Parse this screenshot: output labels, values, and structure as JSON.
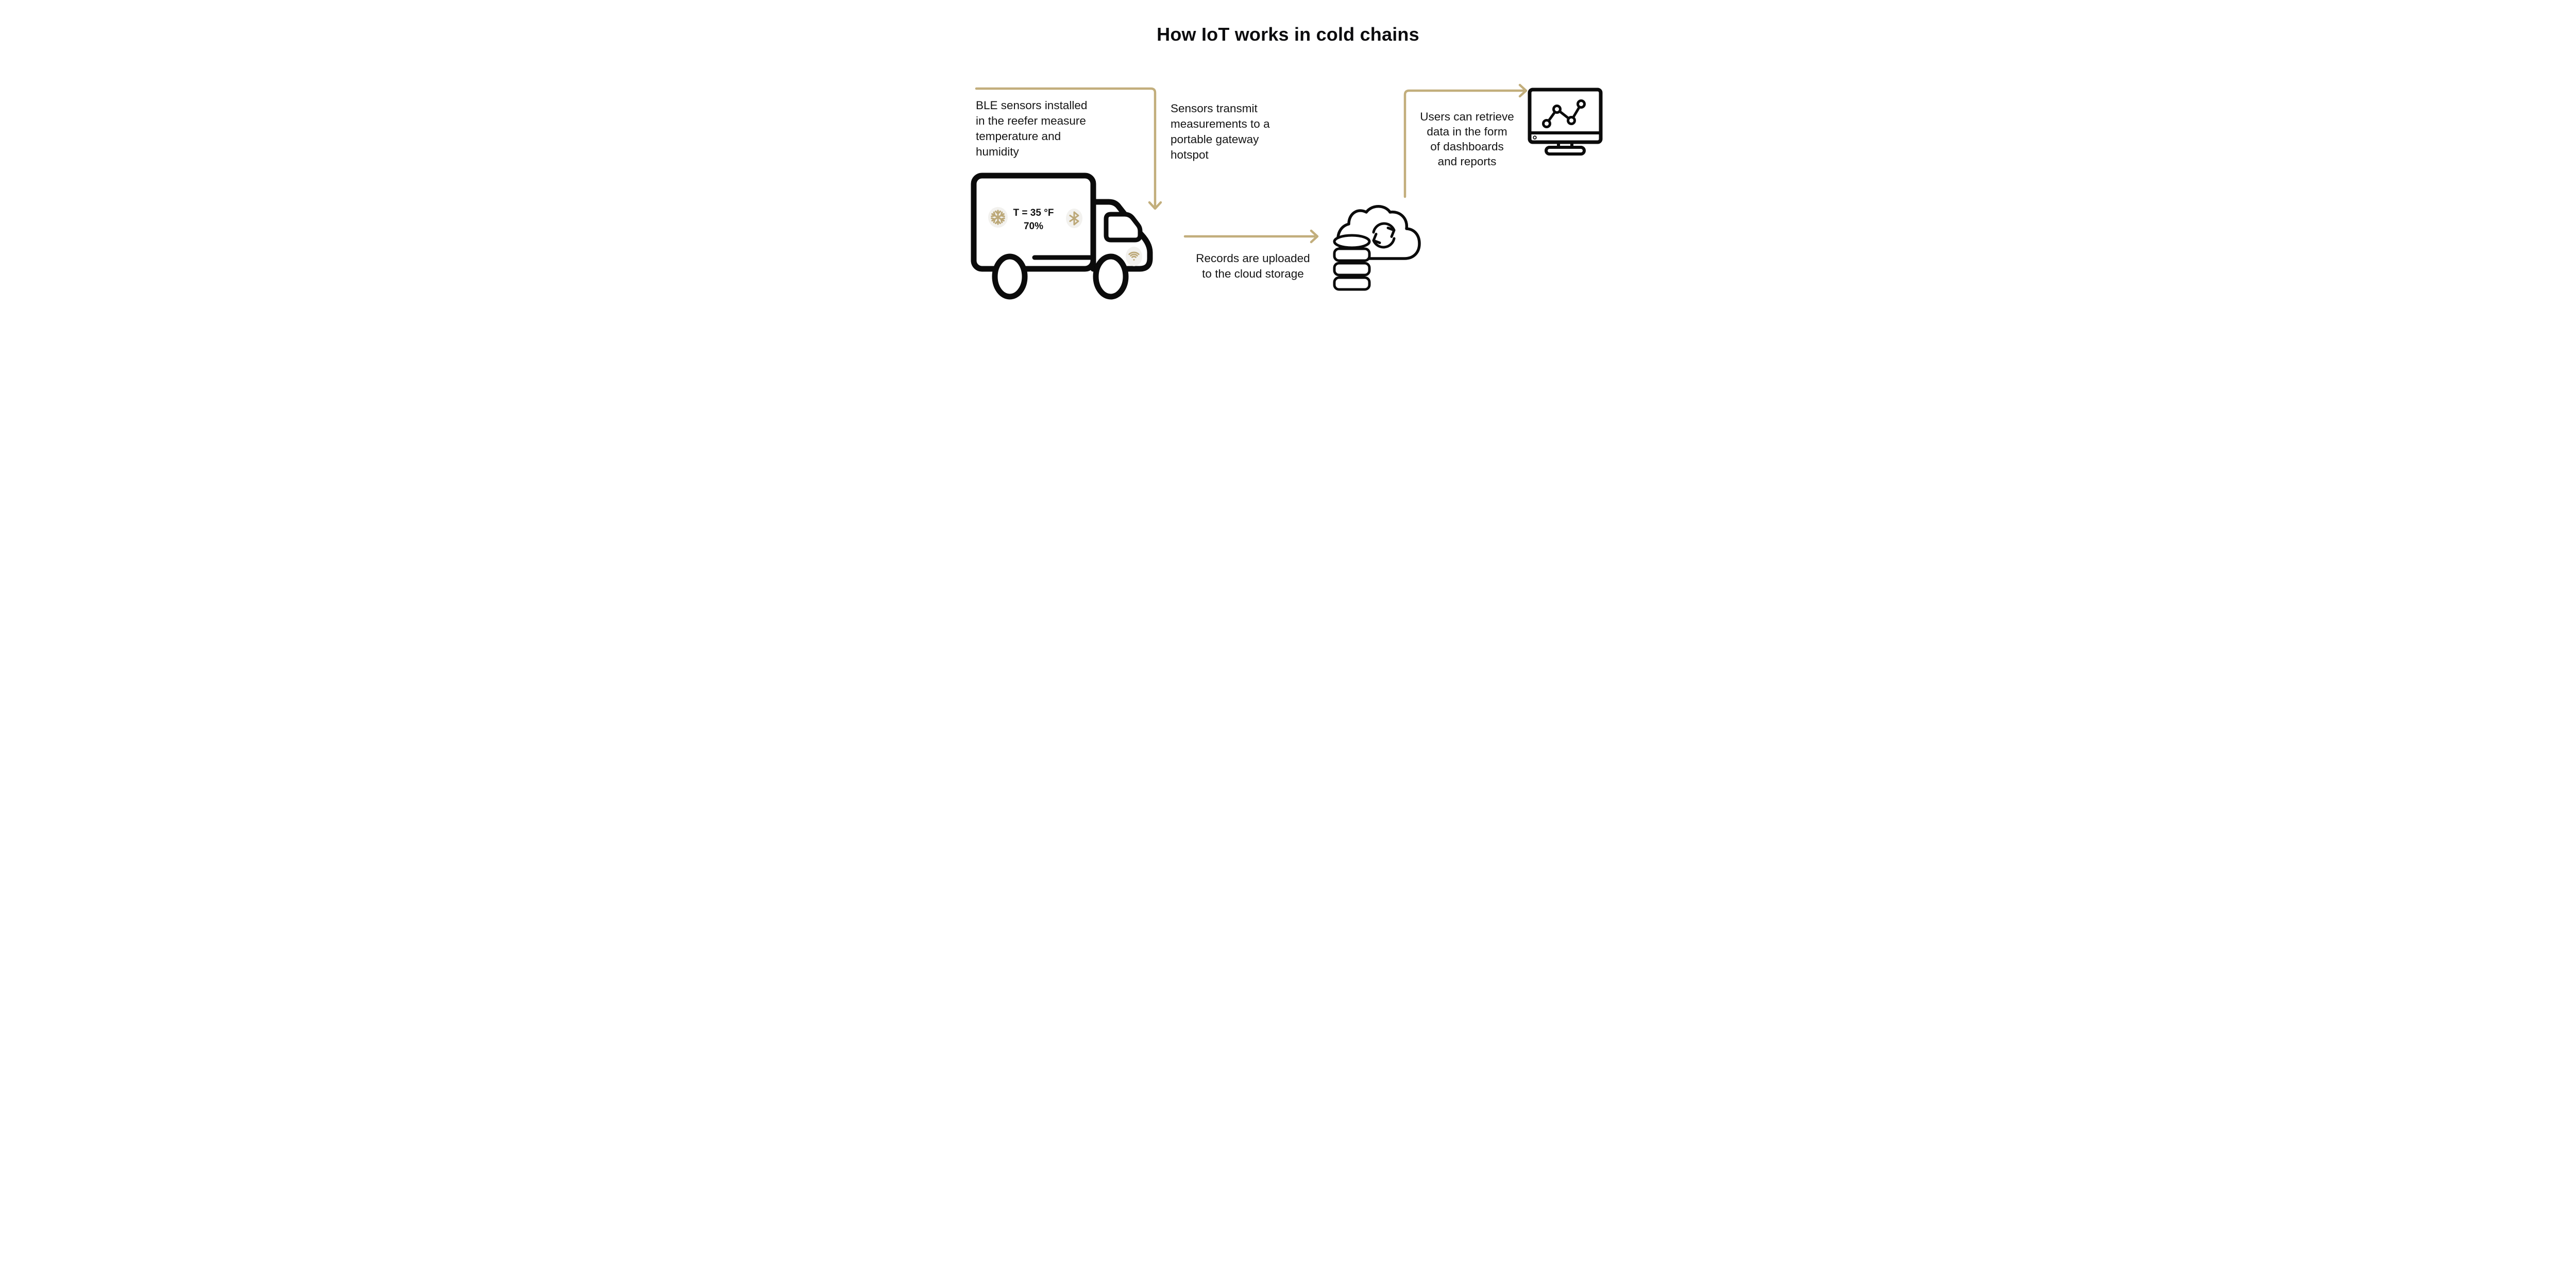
{
  "title": "How IoT works in cold chains",
  "colors": {
    "arrow_gold": "#C2AE7C",
    "icon_gold": "#BCA878",
    "badge_bg": "#F2F1EE",
    "ink": "#141414"
  },
  "steps": [
    {
      "name": "ble-sensors",
      "lines": [
        "BLE sensors installed",
        "in the reefer measure",
        "temperature and",
        "humidity"
      ]
    },
    {
      "name": "gateway",
      "lines": [
        "Sensors transmit",
        "measurements to a",
        "portable gateway",
        "hotspot"
      ]
    },
    {
      "name": "cloud-upload",
      "lines": [
        "Records are uploaded",
        "to the cloud storage"
      ]
    },
    {
      "name": "user-retrieval",
      "lines": [
        "Users can retrieve",
        "data in the form",
        "of dashboards",
        "and reports"
      ]
    }
  ],
  "truck_display": {
    "temperature": "T = 35 °F",
    "humidity": "70%"
  },
  "icons": {
    "truck": "reefer-truck-icon",
    "snowflake": "snowflake-icon",
    "bluetooth": "bluetooth-icon",
    "wifi": "wifi-icon",
    "cloud_sync": "cloud-sync-icon",
    "database": "database-icon",
    "monitor": "dashboard-monitor-icon",
    "arrows": [
      "down-arrow-icon",
      "right-arrow-icon",
      "up-right-arrow-icon"
    ]
  }
}
